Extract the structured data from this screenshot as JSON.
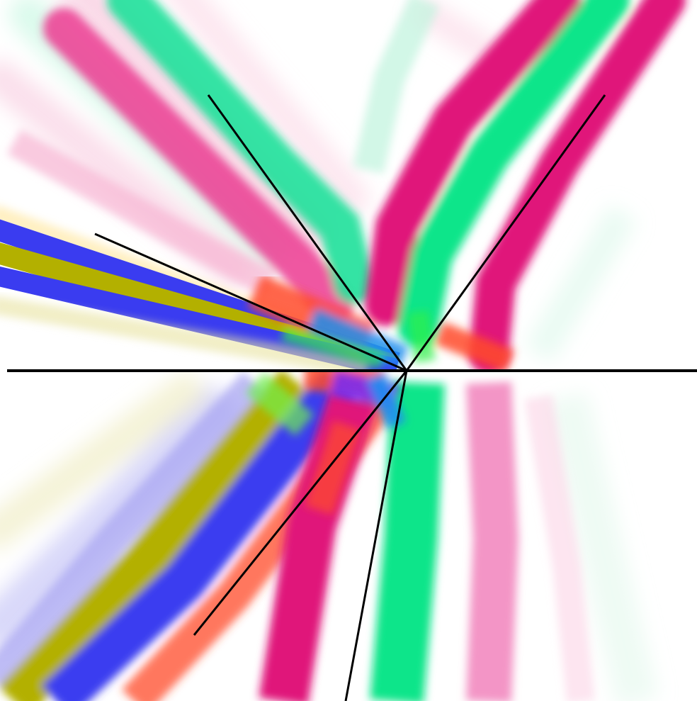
{
  "figure": {
    "kind": "wave interference field with ray lines",
    "colors": {
      "background": "#ffffff",
      "magenta": "#e0157a",
      "green": "#11e58a",
      "blue": "#3a3cf0",
      "olive": "#b3b000",
      "orange_red": "#ff4b2a",
      "cyan_blue": "#1d8ff0",
      "line": "#000000"
    },
    "lines": [
      {
        "name": "interface-line"
      },
      {
        "name": "ray-upper-left"
      },
      {
        "name": "ray-left-shallow"
      },
      {
        "name": "ray-upper-right"
      },
      {
        "name": "ray-lower-left"
      },
      {
        "name": "ray-lower-steep"
      }
    ]
  }
}
